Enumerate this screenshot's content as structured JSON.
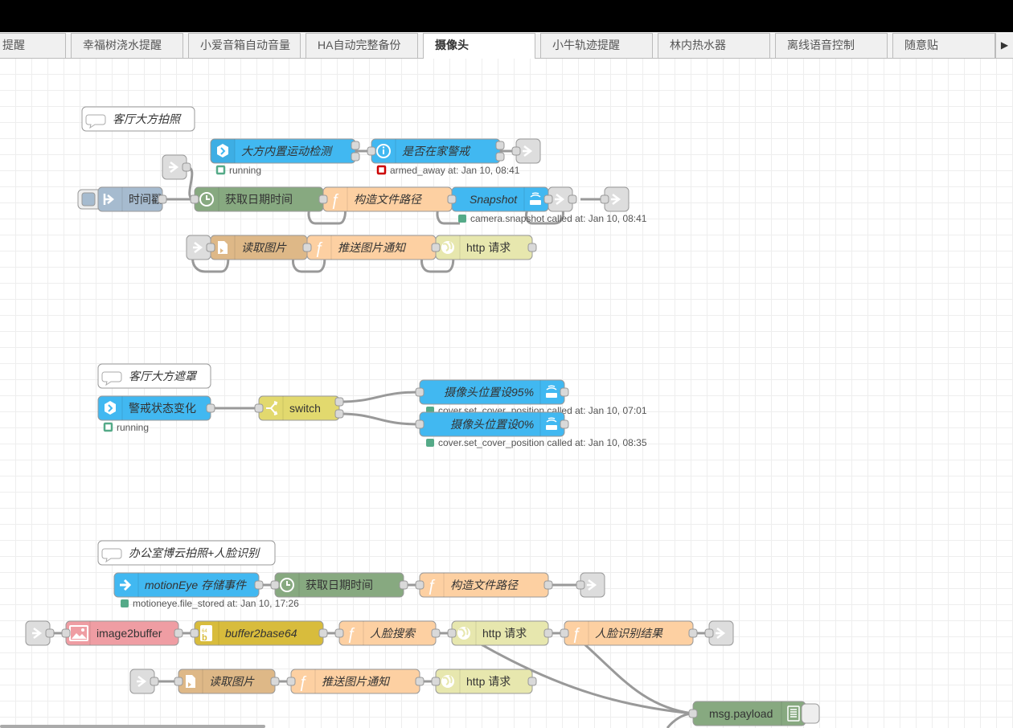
{
  "tabs": [
    {
      "label": "提醒",
      "active": false
    },
    {
      "label": "幸福树浇水提醒",
      "active": false
    },
    {
      "label": "小爱音箱自动音量",
      "active": false
    },
    {
      "label": "HA自动完整备份",
      "active": false
    },
    {
      "label": "摄像头",
      "active": true
    },
    {
      "label": "小牛轨迹提醒",
      "active": false
    },
    {
      "label": "林内热水器",
      "active": false
    },
    {
      "label": "离线语音控制",
      "active": false
    },
    {
      "label": "随意贴",
      "active": false
    }
  ],
  "tab_scroll_glyph": "▶",
  "colors": {
    "ha_blue": "#41b8f1",
    "function": "#fdd0a2",
    "change": "#e2d96e",
    "http": "#e7e7ae",
    "inject": "#a6bbcf",
    "timer": "#87a980",
    "file": "#deb887",
    "link": "#dddddd",
    "image": "#ef9da3",
    "base64": "#d8bc3c",
    "debug": "#87a980"
  },
  "comments": [
    {
      "text": "客厅大方拍照"
    },
    {
      "text": "客厅大方遮罩"
    },
    {
      "text": "办公室博云拍照+人脸识别"
    }
  ],
  "nodes": [
    {
      "id": "n_motion",
      "label": "大方内置运动检测",
      "type": "ha_event",
      "icon": "ha-hexagon-icon"
    },
    {
      "id": "n_alarm",
      "label": "是否在家警戒",
      "type": "ha_state",
      "icon": "info-icon"
    },
    {
      "id": "n_inject",
      "label": "时间戳",
      "type": "inject",
      "icon": "inject-arrow-icon"
    },
    {
      "id": "n_datetime1",
      "label": "获取日期时间",
      "type": "moment",
      "icon": "clock-icon"
    },
    {
      "id": "n_path1",
      "label": "构造文件路径",
      "type": "function",
      "icon": "function-icon"
    },
    {
      "id": "n_snapshot",
      "label": "Snapshot",
      "type": "ha_service",
      "icon": "ha-service-icon"
    },
    {
      "id": "n_read1",
      "label": "读取图片",
      "type": "file",
      "icon": "file-icon"
    },
    {
      "id": "n_push1",
      "label": "推送图片通知",
      "type": "function",
      "icon": "function-icon"
    },
    {
      "id": "n_http1",
      "label": "http 请求",
      "type": "http",
      "icon": "globe-icon"
    },
    {
      "id": "n_alarmchg",
      "label": "警戒状态变化",
      "type": "ha_event",
      "icon": "ha-hexagon-icon"
    },
    {
      "id": "n_switch",
      "label": "switch",
      "type": "switch",
      "icon": "switch-icon"
    },
    {
      "id": "n_cover95",
      "label": "摄像头位置设95%",
      "type": "ha_service",
      "icon": "ha-service-icon"
    },
    {
      "id": "n_cover0",
      "label": "摄像头位置设0%",
      "type": "ha_service",
      "icon": "ha-service-icon"
    },
    {
      "id": "n_motioneye",
      "label": "motionEye 存储事件",
      "type": "ha_event",
      "icon": "arrow-right-icon"
    },
    {
      "id": "n_datetime2",
      "label": "获取日期时间",
      "type": "moment",
      "icon": "clock-icon"
    },
    {
      "id": "n_path2",
      "label": "构造文件路径",
      "type": "function",
      "icon": "function-icon"
    },
    {
      "id": "n_img2buf",
      "label": "image2buffer",
      "type": "image",
      "icon": "image-icon"
    },
    {
      "id": "n_b64",
      "label": "buffer2base64",
      "type": "base64",
      "icon": "base64-icon"
    },
    {
      "id": "n_face",
      "label": "人脸搜索",
      "type": "function",
      "icon": "function-icon"
    },
    {
      "id": "n_http2",
      "label": "http 请求",
      "type": "http",
      "icon": "globe-icon"
    },
    {
      "id": "n_faceres",
      "label": "人脸识别结果",
      "type": "function",
      "icon": "function-icon"
    },
    {
      "id": "n_read2",
      "label": "读取图片",
      "type": "file",
      "icon": "file-icon"
    },
    {
      "id": "n_push2",
      "label": "推送图片通知",
      "type": "function",
      "icon": "function-icon"
    },
    {
      "id": "n_http3",
      "label": "http 请求",
      "type": "http",
      "icon": "globe-icon"
    },
    {
      "id": "n_debug",
      "label": "msg.payload",
      "type": "debug",
      "icon": "debug-list-icon"
    }
  ],
  "statuses": [
    {
      "node": "n_motion",
      "text": "running",
      "shape": "ring",
      "color": "#5a8"
    },
    {
      "node": "n_alarm",
      "text": "armed_away at: Jan 10, 08:41",
      "shape": "ring",
      "color": "#c00"
    },
    {
      "node": "n_snapshot",
      "text": "camera.snapshot called at: Jan 10, 08:41",
      "shape": "dot",
      "color": "#5a8"
    },
    {
      "node": "n_alarmchg",
      "text": "running",
      "shape": "ring",
      "color": "#5a8"
    },
    {
      "node": "n_cover95",
      "text": "cover.set_cover_position called at: Jan 10, 07:01",
      "shape": "dot",
      "color": "#5a8"
    },
    {
      "node": "n_cover0",
      "text": "cover.set_cover_position called at: Jan 10, 08:35",
      "shape": "dot",
      "color": "#5a8"
    },
    {
      "node": "n_motioneye",
      "text": "motioneye.file_stored at: Jan 10, 17:26",
      "shape": "dot",
      "color": "#5a8"
    }
  ]
}
